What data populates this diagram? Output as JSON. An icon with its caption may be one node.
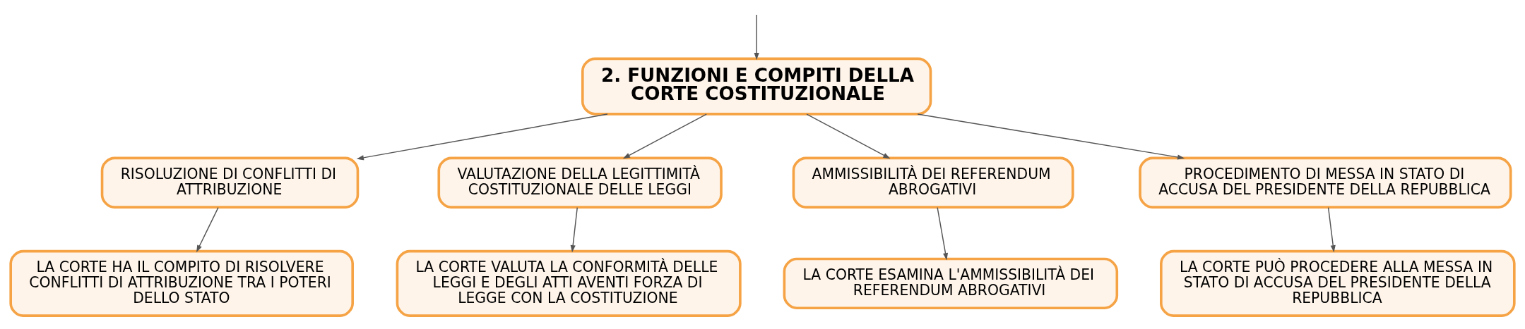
{
  "diagram": {
    "nodes": [
      {
        "text": [
          "2. FUNZIONI E COMPITI DELLA CORTE COSTITUZIONALE"
        ]
      },
      {
        "text": [
          "RISOLUZIONE DI CONFLITTI DI ATTRIBUZIONE"
        ]
      },
      {
        "text": [
          "VALUTAZIONE DELLA LEGITTIMITÀ COSTITUZIONALE DELLE LEGGI"
        ]
      },
      {
        "text": [
          "AMMISSIBILITÀ DEI REFERENDUM ABROGATIVI"
        ]
      },
      {
        "text": [
          "PROCEDIMENTO DI MESSA IN STATO DI ACCUSA DEL PRESIDENTE DELLA REPUBBLICA"
        ]
      },
      {
        "text": [
          "LA CORTE HA IL COMPITO DI RISOLVERE CONFLITTI DI ATTRIBUZIONE TRA I POTERI DELLO STATO"
        ]
      },
      {
        "text": [
          "LA CORTE VALUTA LA CONFORMITÀ DELLE LEGGI E DEGLI ATTI AVENTI FORZA DI LEGGE CON LA COSTITUZIONE"
        ]
      },
      {
        "text": [
          "LA CORTE ESAMINA L'AMMISSIBILITÀ DEI REFERENDUM ABROGATIVI"
        ]
      },
      {
        "text": [
          "LA CORTE PUÒ PROCEDERE ALLA MESSA IN STATO DI ACCUSA DEL PRESIDENTE DELLA REPUBBLICA"
        ]
      }
    ],
    "edges": [
      {
        "from": null,
        "to": 0,
        "arrow": "to"
      },
      {
        "from": 0,
        "to": 1,
        "arrow": "to"
      },
      {
        "from": 0,
        "to": 2,
        "arrow": "to"
      },
      {
        "from": 0,
        "to": 3,
        "arrow": "to"
      },
      {
        "from": 0,
        "to": 4,
        "arrow": "to"
      },
      {
        "from": 1,
        "to": 5,
        "arrow": "to"
      },
      {
        "from": 2,
        "to": 6,
        "arrow": "to"
      },
      {
        "from": 3,
        "to": 7,
        "arrow": "to"
      },
      {
        "from": 4,
        "to": 8,
        "arrow": "to"
      }
    ]
  }
}
